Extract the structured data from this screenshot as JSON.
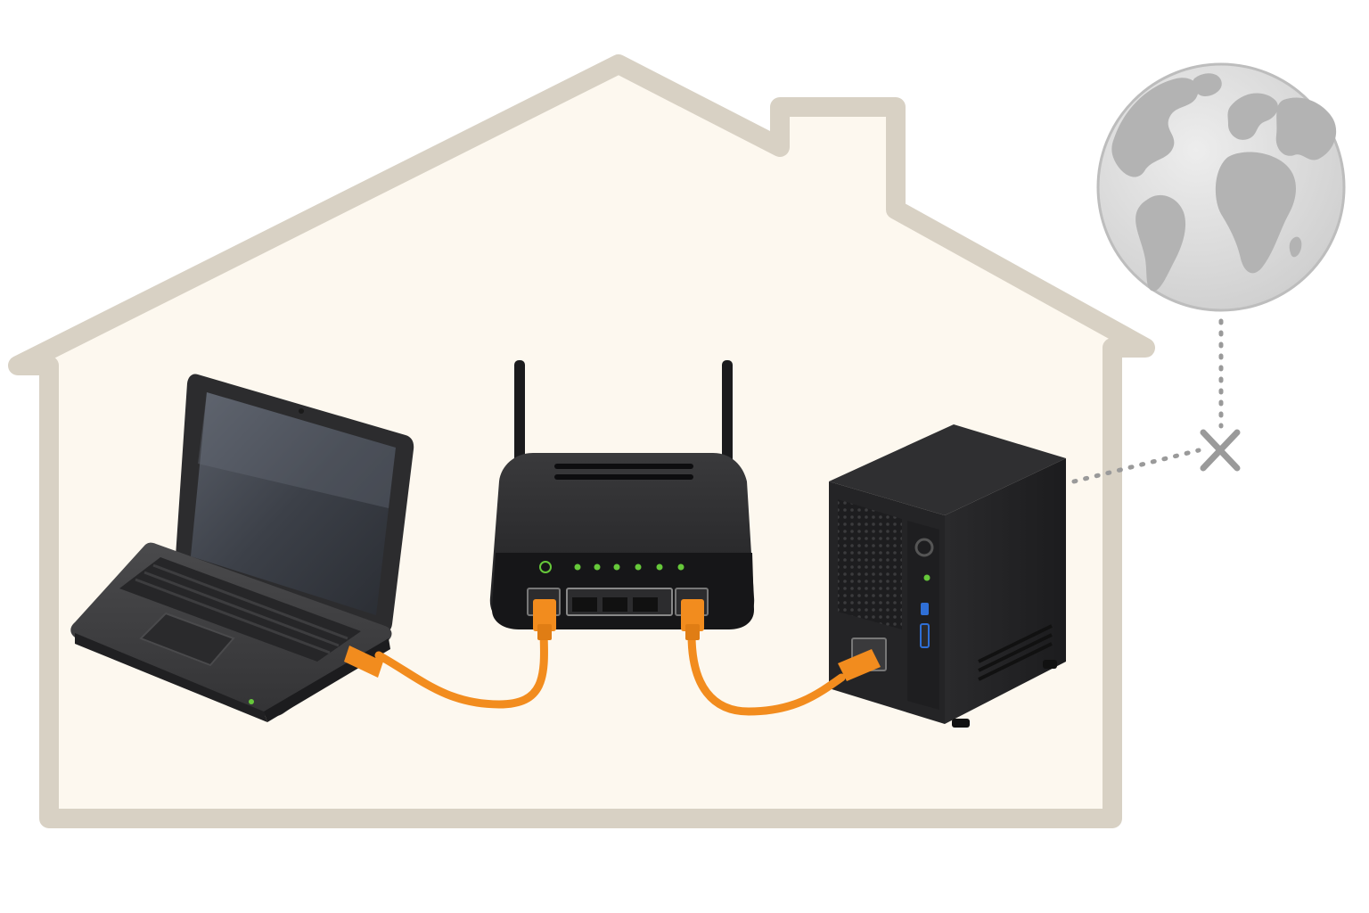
{
  "diagram": {
    "house": {
      "fill": "#fdf8ef",
      "stroke": "#d8d1c4"
    },
    "cable_color": "#f28c1e",
    "led_color": "#66c83a",
    "globe_color": "#c4c4c4",
    "link_color": "#9a9a9a",
    "nodes": [
      {
        "id": "laptop",
        "icon": "laptop-icon"
      },
      {
        "id": "router",
        "icon": "wireless-router-icon"
      },
      {
        "id": "nas",
        "icon": "nas-server-icon"
      },
      {
        "id": "internet",
        "icon": "globe-icon"
      }
    ],
    "connections": [
      {
        "from": "laptop",
        "to": "router",
        "style": "ethernet-cable"
      },
      {
        "from": "router",
        "to": "nas",
        "style": "ethernet-cable"
      },
      {
        "from": "nas",
        "to": "internet",
        "style": "dotted-blocked"
      }
    ]
  }
}
